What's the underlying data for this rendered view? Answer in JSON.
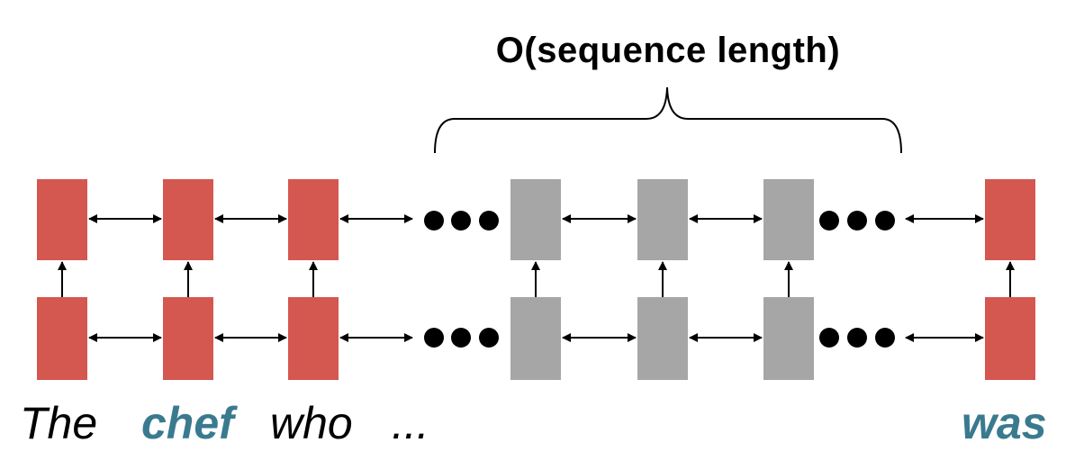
{
  "title": "O(sequence length)",
  "words": [
    {
      "text": "The",
      "color": "#000000",
      "bold": false
    },
    {
      "text": "chef",
      "color": "#3a7a8f",
      "bold": true
    },
    {
      "text": "who",
      "color": "#000000",
      "bold": false
    },
    {
      "text": "...",
      "color": "#000000",
      "bold": false
    },
    {
      "text": "was",
      "color": "#3a7a8f",
      "bold": true
    }
  ],
  "colors": {
    "active_cell": "#d45750",
    "inactive_cell": "#a6a6a6",
    "arrow": "#000000",
    "dots": "#000000"
  }
}
